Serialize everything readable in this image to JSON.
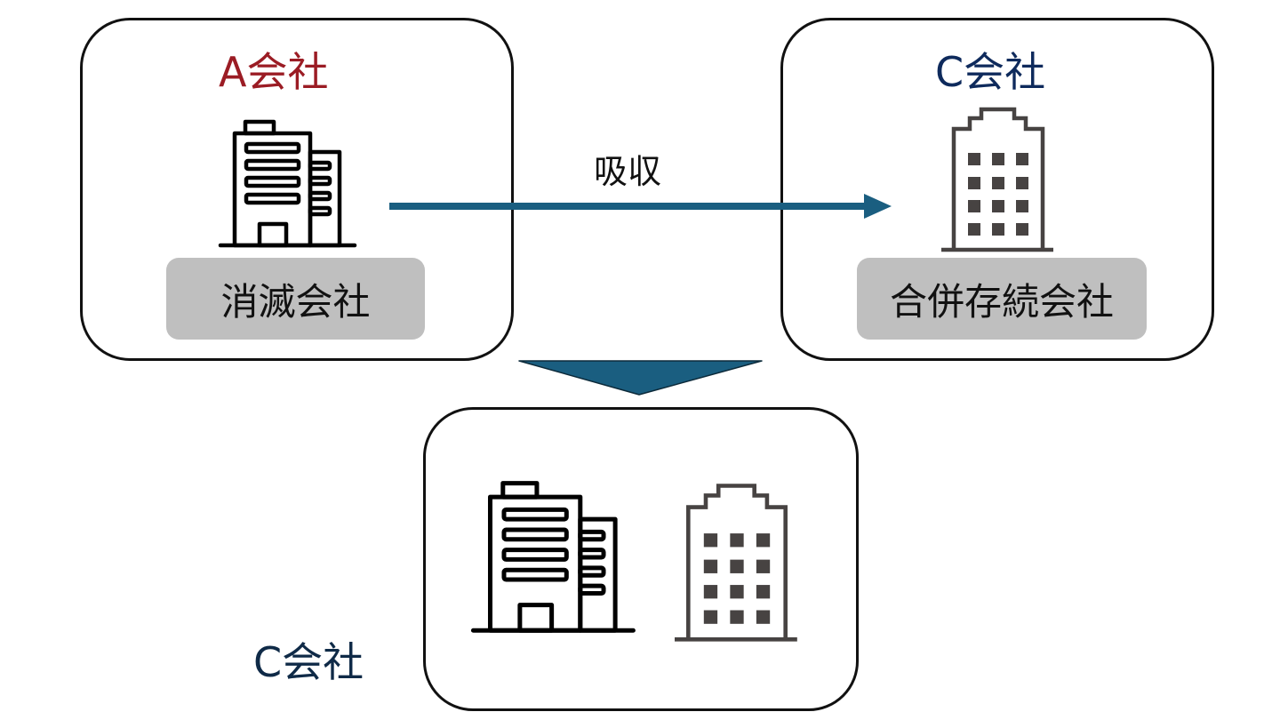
{
  "company_a": {
    "name": "A会社",
    "role": "消滅会社",
    "name_color": "#9B1C24",
    "icon": "office-building-icon"
  },
  "company_c": {
    "name": "C会社",
    "role": "合併存続会社",
    "name_color": "#0E2A5C",
    "icon": "tower-building-icon"
  },
  "merge_arrow": {
    "label": "吸収",
    "color": "#1A5E80"
  },
  "result": {
    "name": "C会社",
    "name_color": "#0F2A47",
    "icons": [
      "office-building-icon",
      "tower-building-icon"
    ]
  },
  "down_arrow": {
    "color": "#1A5E80"
  }
}
